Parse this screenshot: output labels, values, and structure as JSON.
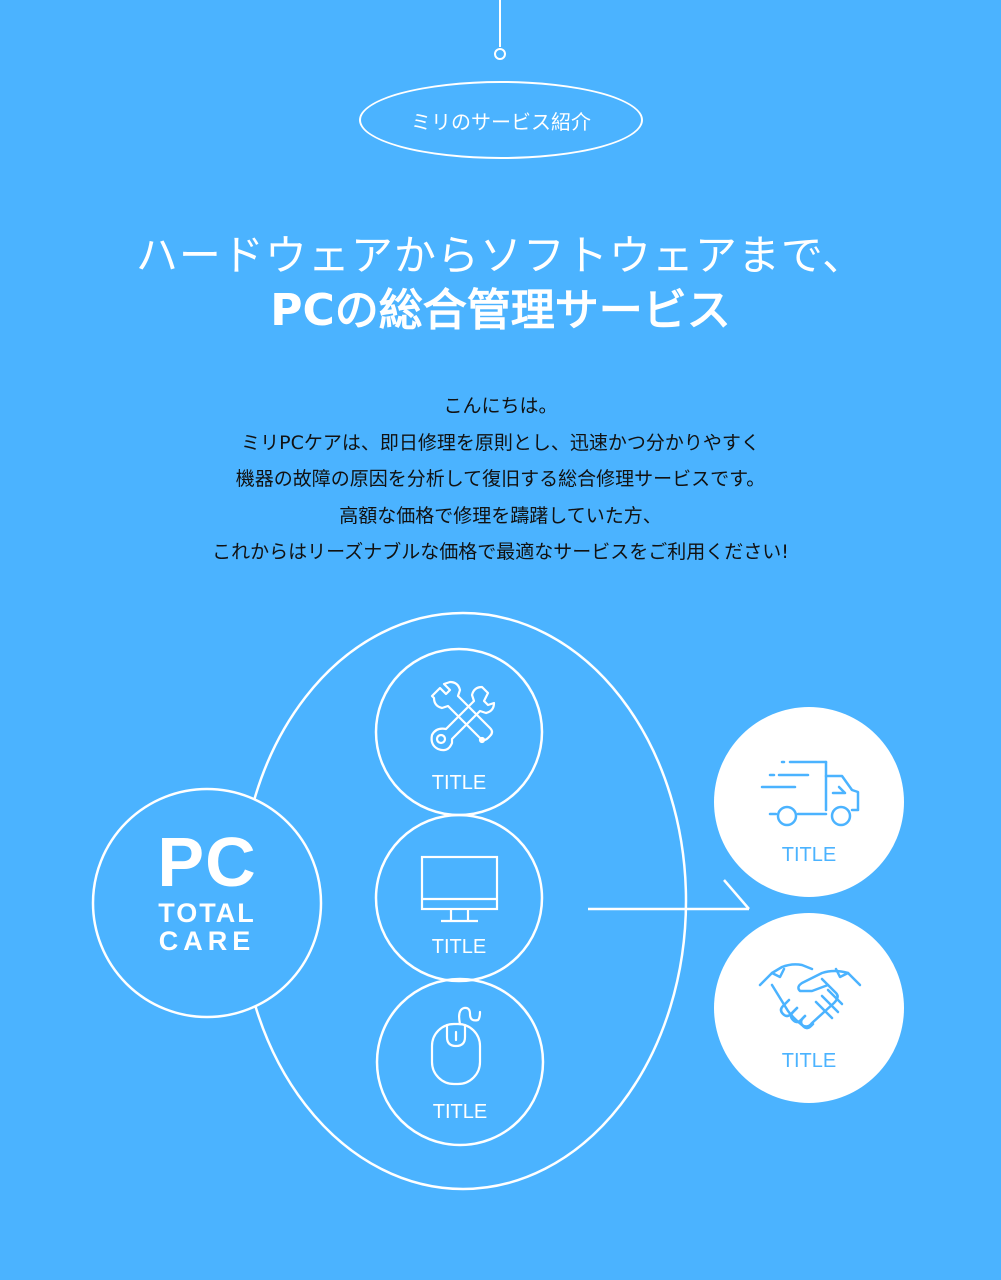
{
  "header": {
    "badge_label": "ミリのサービス紹介"
  },
  "headline": {
    "line1": "ハードウェアからソフトウェアまで、",
    "line2": "PCの総合管理サービス"
  },
  "intro": {
    "lines": [
      "こんにちは。",
      "ミリPCケアは、即日修理を原則とし、迅速かつ分かりやすく",
      "機器の故障の原因を分析して復旧する総合修理サービスです。",
      "高額な価格で修理を躊躇していた方、",
      "これからはリーズナブルな価格で最適なサービスをご利用ください!"
    ]
  },
  "diagram": {
    "center_logo": {
      "line1": "PC",
      "line2": "TOTAL",
      "line3": "CARE"
    },
    "inner_items": [
      {
        "icon": "wrench-cross-icon",
        "label": "TITLE"
      },
      {
        "icon": "monitor-icon",
        "label": "TITLE"
      },
      {
        "icon": "mouse-icon",
        "label": "TITLE"
      }
    ],
    "result_items": [
      {
        "icon": "delivery-truck-icon",
        "label": "TITLE"
      },
      {
        "icon": "handshake-icon",
        "label": "TITLE"
      }
    ]
  },
  "colors": {
    "background": "#4bb3ff",
    "foreground": "#ffffff",
    "accent_icon": "#4bb3ff",
    "body_text": "#111111"
  }
}
